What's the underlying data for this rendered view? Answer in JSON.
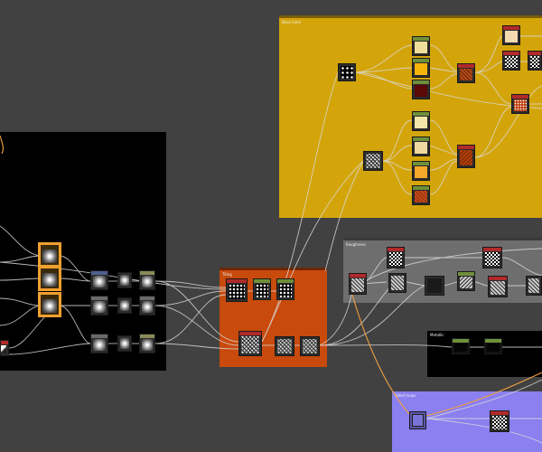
{
  "frames": {
    "left": {
      "title": "",
      "color": "#000000"
    },
    "base_color": {
      "title": "Base Color",
      "color": "#d4a50a"
    },
    "tiling": {
      "title": "Tiling",
      "color": "#c84a0c"
    },
    "roughness": {
      "title": "Roughness",
      "color": "#6e6e6e"
    },
    "metallic": {
      "title": "Metallic",
      "color": "#000000"
    },
    "relief": {
      "title": "Relief maps",
      "color": "#8a80f0"
    }
  },
  "colors": {
    "background": "#414141",
    "wire": "#d9d9d9",
    "wire_highlight": "#f0a040",
    "node_dark": "#2b2b2b",
    "header_red": "#b02a2a",
    "header_green": "#6f8f3a",
    "header_blue": "#4f5f8f"
  },
  "node_types": {
    "noise": "noise-pattern-icon",
    "gradient": "radial-gradient-icon",
    "checker": "checker-pattern-icon",
    "solid": "solid-color-icon",
    "blend": "blend-icon"
  }
}
